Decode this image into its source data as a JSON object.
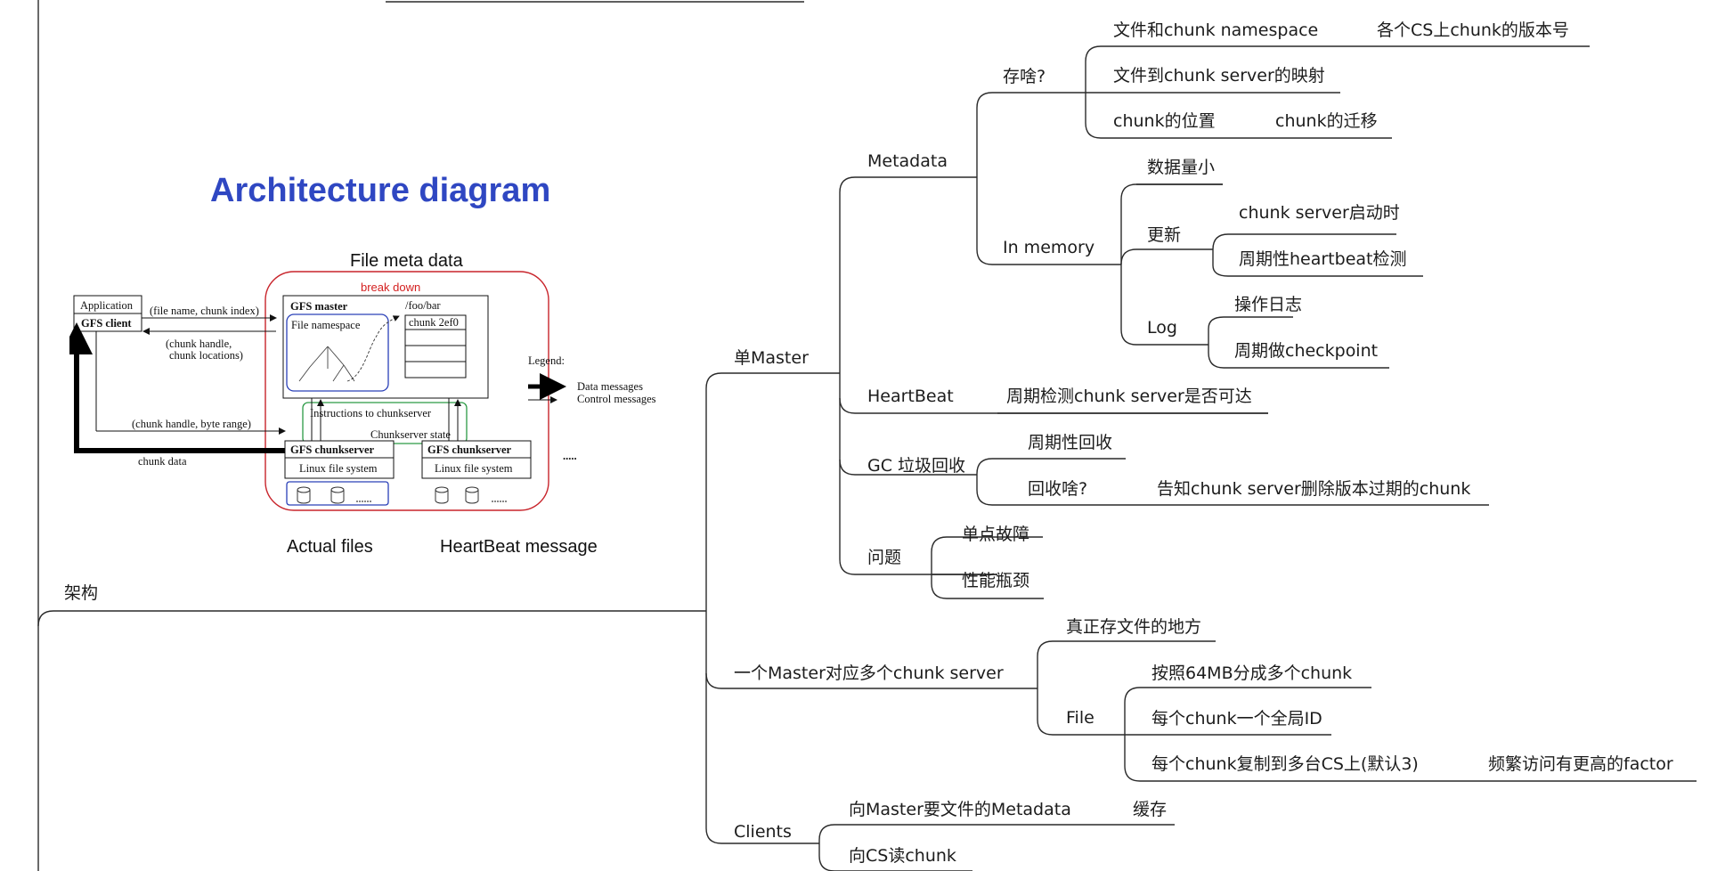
{
  "root": {
    "label": "架构"
  },
  "figure": {
    "title": "Architecture diagram",
    "file_meta_label": "File meta data",
    "actual_files_label": "Actual files",
    "heartbeat_label": "HeartBeat message",
    "break_down": "break down",
    "application": "Application",
    "gfs_client": "GFS client",
    "file_name_chunk_index": "(file name, chunk index)",
    "chunk_handle": "(chunk handle,",
    "chunk_locations": "chunk locations)",
    "gfs_master": "GFS master",
    "foo_bar": "/foo/bar",
    "file_namespace": "File namespace",
    "chunk_2ef0": "chunk 2ef0",
    "instructions": "Instructions to chunkserver",
    "chunkserver_state": "Chunkserver state",
    "chunk_handle_byte_range": "(chunk handle, byte range)",
    "chunk_data": "chunk data",
    "gfs_chunkserver": "GFS chunkserver",
    "linux_fs": "Linux file system",
    "legend": "Legend:",
    "data_messages": "Data messages",
    "control_messages": "Control messages",
    "ellipsis": "....."
  },
  "mindmap": {
    "single_master": "单Master",
    "metadata": "Metadata",
    "store_what": "存啥?",
    "file_chunk_namespace": "文件和chunk namespace",
    "version_per_cs": "各个CS上chunk的版本号",
    "file_to_cs_map": "文件到chunk server的映射",
    "chunk_location": "chunk的位置",
    "chunk_migration": "chunk的迁移",
    "in_memory": "In memory",
    "small_data": "数据量小",
    "update": "更新",
    "cs_startup": "chunk server启动时",
    "periodic_heartbeat": "周期性heartbeat检测",
    "log": "Log",
    "op_log": "操作日志",
    "checkpoint": "周期做checkpoint",
    "heartbeat": "HeartBeat",
    "heartbeat_desc": "周期检测chunk server是否可达",
    "gc": "GC 垃圾回收",
    "periodic_gc": "周期性回收",
    "gc_what": "回收啥?",
    "gc_desc": "告知chunk server删除版本过期的chunk",
    "problems": "问题",
    "spof": "单点故障",
    "perf_bottleneck": "性能瓶颈",
    "one_master_many_cs": "一个Master对应多个chunk server",
    "real_storage": "真正存文件的地方",
    "file": "File",
    "split_64mb": "按照64MB分成多个chunk",
    "global_id": "每个chunk一个全局ID",
    "replicate": "每个chunk复制到多台CS上(默认3)",
    "higher_factor": "频繁访问有更高的factor",
    "clients": "Clients",
    "ask_master": "向Master要文件的Metadata",
    "cache": "缓存",
    "read_cs": "向CS读chunk"
  }
}
